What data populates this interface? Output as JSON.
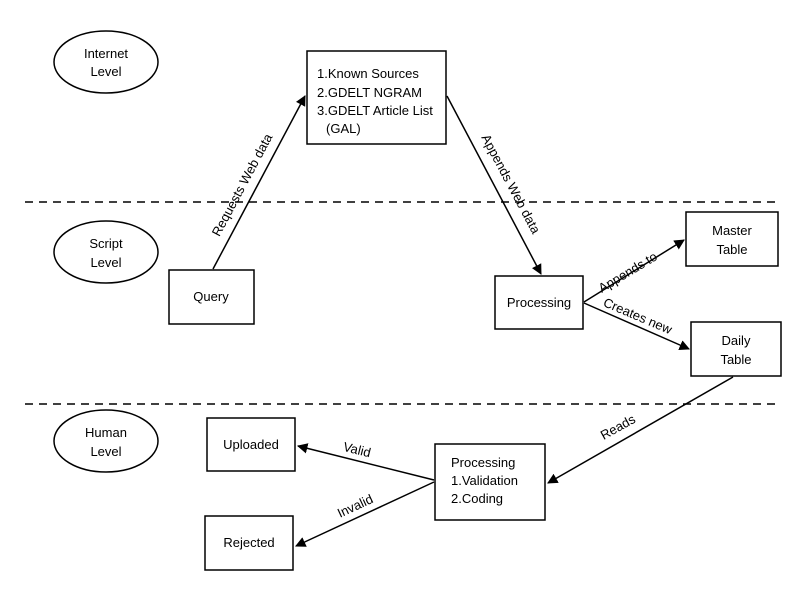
{
  "levels": {
    "internet": [
      "Internet",
      "Level"
    ],
    "script": [
      "Script",
      "Level"
    ],
    "human": [
      "Human",
      "Level"
    ]
  },
  "nodes": {
    "sources": [
      "1.Known Sources",
      "2.GDELT NGRAM",
      "3.GDELT Article List",
      "(GAL)"
    ],
    "query": [
      "Query"
    ],
    "processing_script": [
      "Processing"
    ],
    "master_table": [
      "Master",
      "Table"
    ],
    "daily_table": [
      "Daily",
      "Table"
    ],
    "processing_human": [
      "Processing",
      "1.Validation",
      "2.Coding"
    ],
    "uploaded": [
      "Uploaded"
    ],
    "rejected": [
      "Rejected"
    ]
  },
  "edges": {
    "requests_web_data": "Requests Web data",
    "appends_web_data": "Appends Web data",
    "appends_to": "Appends to",
    "creates_new": "Creates new",
    "reads": "Reads",
    "valid": "Valid",
    "invalid": "Invalid"
  },
  "colors": {
    "stroke": "#000000",
    "fill": "#ffffff"
  }
}
